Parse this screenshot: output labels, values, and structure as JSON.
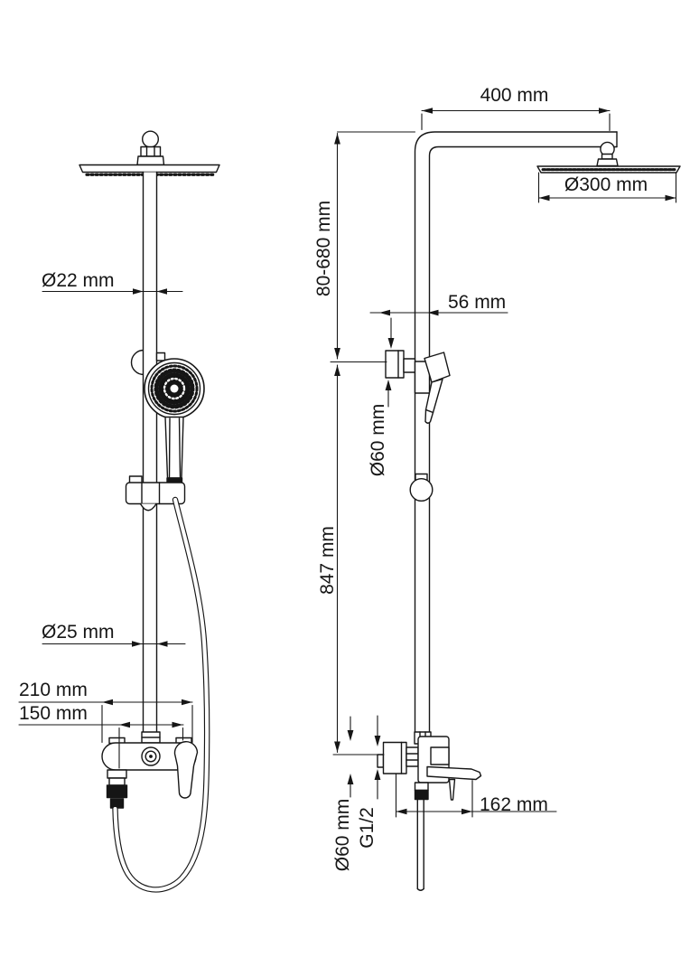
{
  "drawing": {
    "kind": "shower-system-technical-drawing",
    "line_color": "#161616",
    "background": "#ffffff",
    "views": {
      "front": {
        "name": "front-view",
        "dims": {
          "pipe_top_diameter": "Ø22 mm",
          "riser_diameter": "Ø25 mm",
          "body_width": "210 mm",
          "connection_spacing": "150 mm"
        }
      },
      "side": {
        "name": "side-view",
        "dims": {
          "arm_length": "400 mm",
          "head_diameter": "Ø300 mm",
          "slider_range": "80-680 mm",
          "bracket_offset": "56 mm",
          "bracket_size": "Ø60 mm",
          "riser_length": "847 mm",
          "spout_reach": "162 mm",
          "escutcheon_diameter": "Ø60 mm",
          "thread_size": "G1/2"
        }
      }
    }
  }
}
